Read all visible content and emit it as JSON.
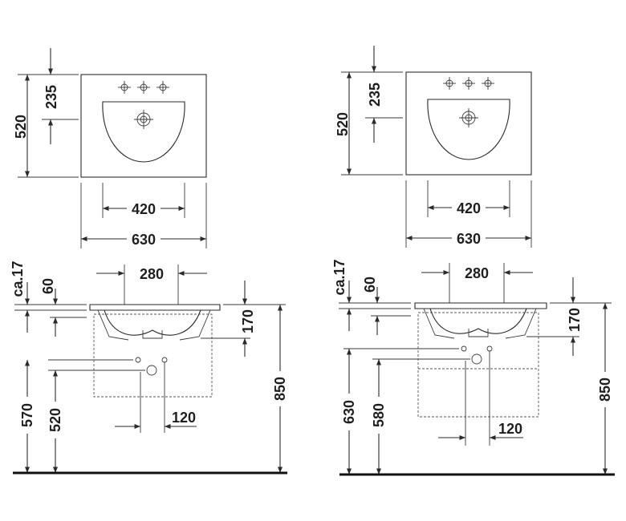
{
  "left_drawing": {
    "top_view": {
      "depth_label": "520",
      "tap_distance_label": "235",
      "bowl_width_label": "420",
      "overall_width_label": "630"
    },
    "front_view": {
      "tap_spacing_label": "280",
      "edge_thickness_label": "ca.17",
      "rim_offset_label": "60",
      "bowl_depth_label": "170",
      "total_height_label": "850",
      "supply_height_label": "570",
      "drain_height_label": "520",
      "drain_spacing_label": "120"
    }
  },
  "right_drawing": {
    "top_view": {
      "depth_label": "520",
      "tap_distance_label": "235",
      "bowl_width_label": "420",
      "overall_width_label": "630"
    },
    "front_view": {
      "tap_spacing_label": "280",
      "edge_thickness_label": "ca.17",
      "rim_offset_label": "60",
      "bowl_depth_label": "170",
      "total_height_label": "850",
      "supply_height_label": "630",
      "drain_height_label": "580",
      "drain_spacing_label": "120"
    }
  }
}
